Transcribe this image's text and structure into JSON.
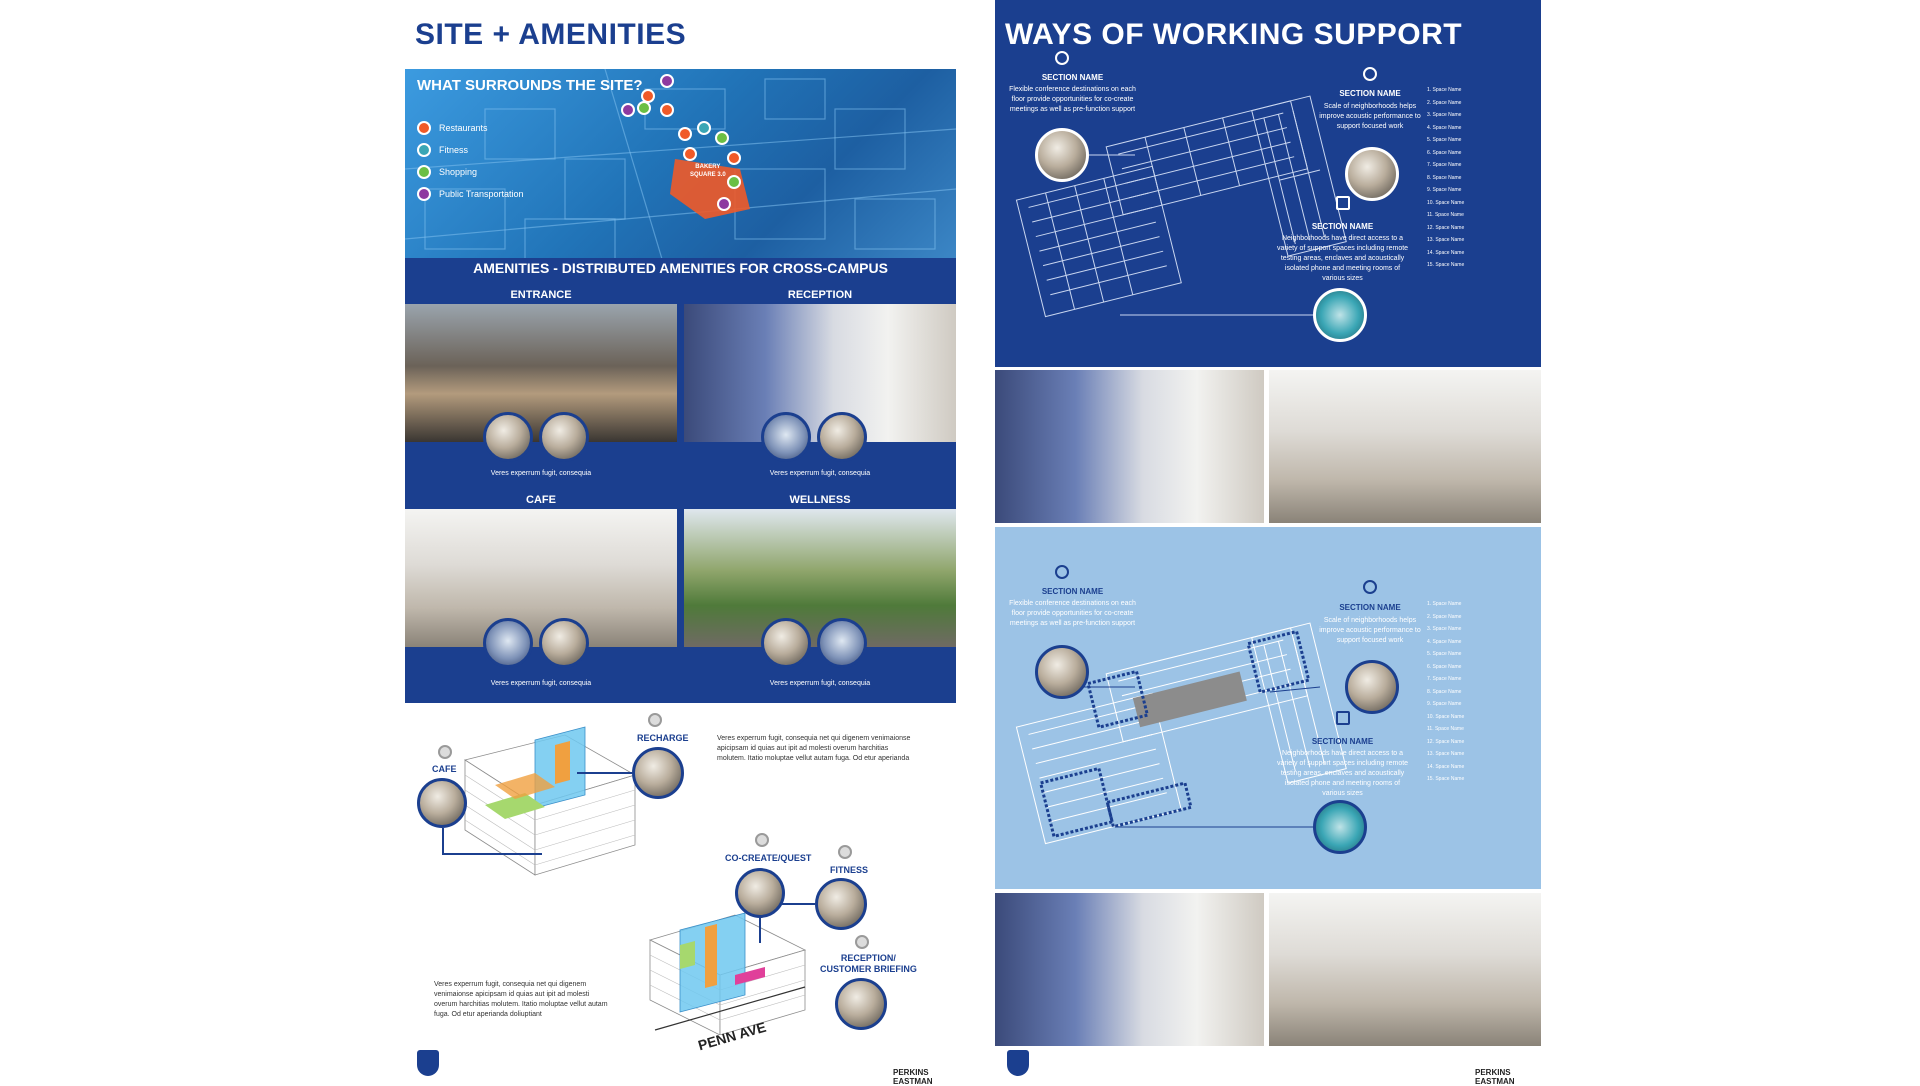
{
  "left_board": {
    "title": "SITE + AMENITIES",
    "map": {
      "heading": "WHAT SURROUNDS THE SITE?",
      "legend": [
        {
          "label": "Restaurants",
          "icon": "fork-knife-icon",
          "color": "#f05a28"
        },
        {
          "label": "Fitness",
          "icon": "dumbbell-icon",
          "color": "#3aa6b5"
        },
        {
          "label": "Shopping",
          "icon": "shopping-bag-icon",
          "color": "#6bbf44"
        },
        {
          "label": "Public Transportation",
          "icon": "bus-icon",
          "color": "#8e3aa0"
        }
      ],
      "site_label_line1": "BAKERY",
      "site_label_line2": "SQUARE 3.0"
    },
    "amenities_heading": "AMENITIES - DISTRIBUTED AMENITIES FOR CROSS-CAMPUS",
    "panels": [
      {
        "title": "ENTRANCE",
        "caption": "Veres experrum fugit, consequia"
      },
      {
        "title": "RECEPTION",
        "caption": "Veres experrum fugit, consequia"
      },
      {
        "title": "CAFE",
        "caption": "Veres experrum fugit, consequia"
      },
      {
        "title": "WELLNESS",
        "caption": "Veres experrum fugit, consequia"
      }
    ],
    "diagram": {
      "cafe_label": "CAFE",
      "recharge_label": "RECHARGE",
      "cocreate_label": "CO-CREATE/QUEST",
      "fitness_label": "FITNESS",
      "reception_label_line1": "RECEPTION/",
      "reception_label_line2": "CUSTOMER BRIEFING",
      "street_label": "PENN AVE",
      "text_top": "Veres experrum fugit, consequia net qui digenem venimaionse apicipsam id quias aut ipit ad molesti overum harchitias molutem. Itatio moluptae vellut autam fuga. Od etur aperianda",
      "text_bottom": "Veres experrum fugit, consequia net qui digenem venimaionse apicipsam id quias aut ipit ad molesti overum harchitias molutem. Itatio moluptae vellut autam fuga. Od etur aperianda doliuptiant"
    },
    "logo_right_line1": "PERKINS",
    "logo_right_line2": "EASTMAN"
  },
  "right_board": {
    "title": "WAYS OF  WORKING SUPPORT",
    "sections": [
      {
        "left_head": "SECTION NAME",
        "left_text": "Flexible conference destinations on each floor provide opportunities for co-create meetings as well as pre-function support",
        "right_head": "SECTION NAME",
        "right_text": "Scale of neighborhoods helps improve acoustic performance to support focused work",
        "bottom_head": "SECTION NAME",
        "bottom_text": "Neighborhoods have direct access to a variety of support spaces including remote testing areas, enclaves and acoustically isolated phone and meeting rooms of various sizes"
      },
      {
        "left_head": "SECTION NAME",
        "left_text": "Flexible conference destinations on each floor provide opportunities for co-create meetings as well as pre-function support",
        "right_head": "SECTION NAME",
        "right_text": "Scale of neighborhoods helps improve acoustic performance to support focused work",
        "bottom_head": "SECTION NAME",
        "bottom_text": "Neighborhoods have direct access to a variety of support spaces including remote testing areas, enclaves and acoustically isolated phone and meeting rooms of various sizes"
      }
    ],
    "space_list": [
      "1. Space Name",
      "2. Space Name",
      "3. Space Name",
      "4. Space Name",
      "5. Space Name",
      "6. Space Name",
      "7. Space Name",
      "8. Space Name",
      "9. Space Name",
      "10. Space Name",
      "11. Space Name",
      "12. Space Name",
      "13. Space Name",
      "14. Space Name",
      "15. Space Name"
    ],
    "logo_right_line1": "PERKINS",
    "logo_right_line2": "EASTMAN"
  },
  "colors": {
    "navy": "#1b3f8f",
    "light_blue": "#9cc3e6",
    "map_blue": "#2f8fd0"
  }
}
